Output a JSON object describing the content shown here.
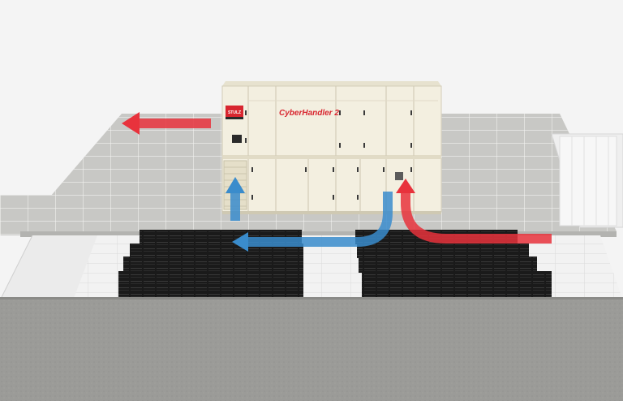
{
  "unit": {
    "title": "CyberHandler 2",
    "logo": "STULZ"
  },
  "colors": {
    "hot_air": "#e8323c",
    "cold_air": "#3a8ccc",
    "unit_body": "#f3efe0",
    "floor_tile": "#c9c9c6",
    "server_rack": "#1c1c1c",
    "ground": "#9a9a97"
  },
  "icons": [
    "hot-air-arrow",
    "cold-air-arrow",
    "server-rack"
  ]
}
